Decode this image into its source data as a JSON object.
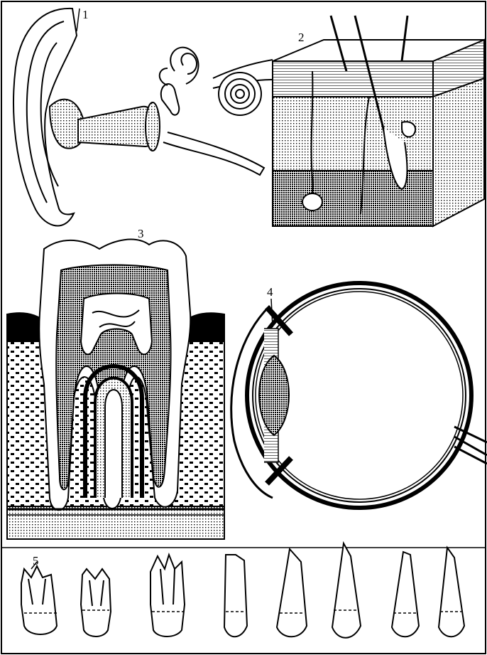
{
  "figure": {
    "panels": [
      {
        "number": "1",
        "subject": "ear-cross-section"
      },
      {
        "number": "2",
        "subject": "skin-block-section"
      },
      {
        "number": "3",
        "subject": "molar-tooth-section"
      },
      {
        "number": "4",
        "subject": "eyeball-section"
      },
      {
        "number": "5",
        "subject": "row-of-teeth"
      }
    ],
    "colors": {
      "ink": "#000000",
      "paper": "#ffffff",
      "shade": "#555555"
    }
  }
}
